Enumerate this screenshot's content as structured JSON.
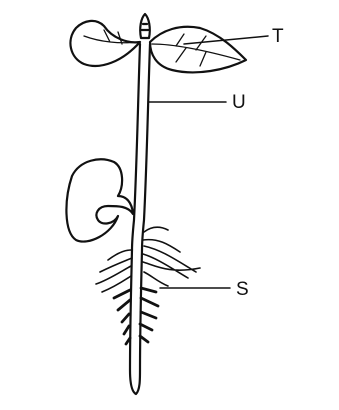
{
  "labels": {
    "t": "T",
    "u": "U",
    "s": "S"
  },
  "colors": {
    "ink": "#111111",
    "background": "#ffffff"
  }
}
